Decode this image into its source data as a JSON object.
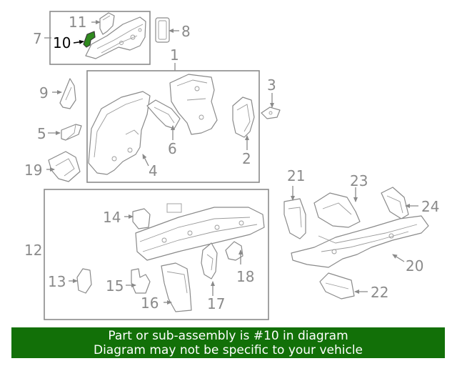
{
  "callouts": {
    "c1": "1",
    "c2": "2",
    "c3": "3",
    "c4": "4",
    "c5": "5",
    "c6": "6",
    "c7": "7",
    "c8": "8",
    "c9": "9",
    "c10": "10",
    "c11": "11",
    "c12": "12",
    "c13": "13",
    "c14": "14",
    "c15": "15",
    "c16": "16",
    "c17": "17",
    "c18": "18",
    "c19": "19",
    "c20": "20",
    "c21": "21",
    "c22": "22",
    "c23": "23",
    "c24": "24"
  },
  "highlighted_part": "10",
  "colors": {
    "highlight_fill": "#2f8a1e",
    "banner_background": "#127008",
    "banner_text": "#ffffff",
    "line_art": "#8a8a8a"
  },
  "banner": {
    "line1": "Part or sub-assembly is #10 in diagram",
    "line2": "Diagram may not be specific to your vehicle"
  }
}
